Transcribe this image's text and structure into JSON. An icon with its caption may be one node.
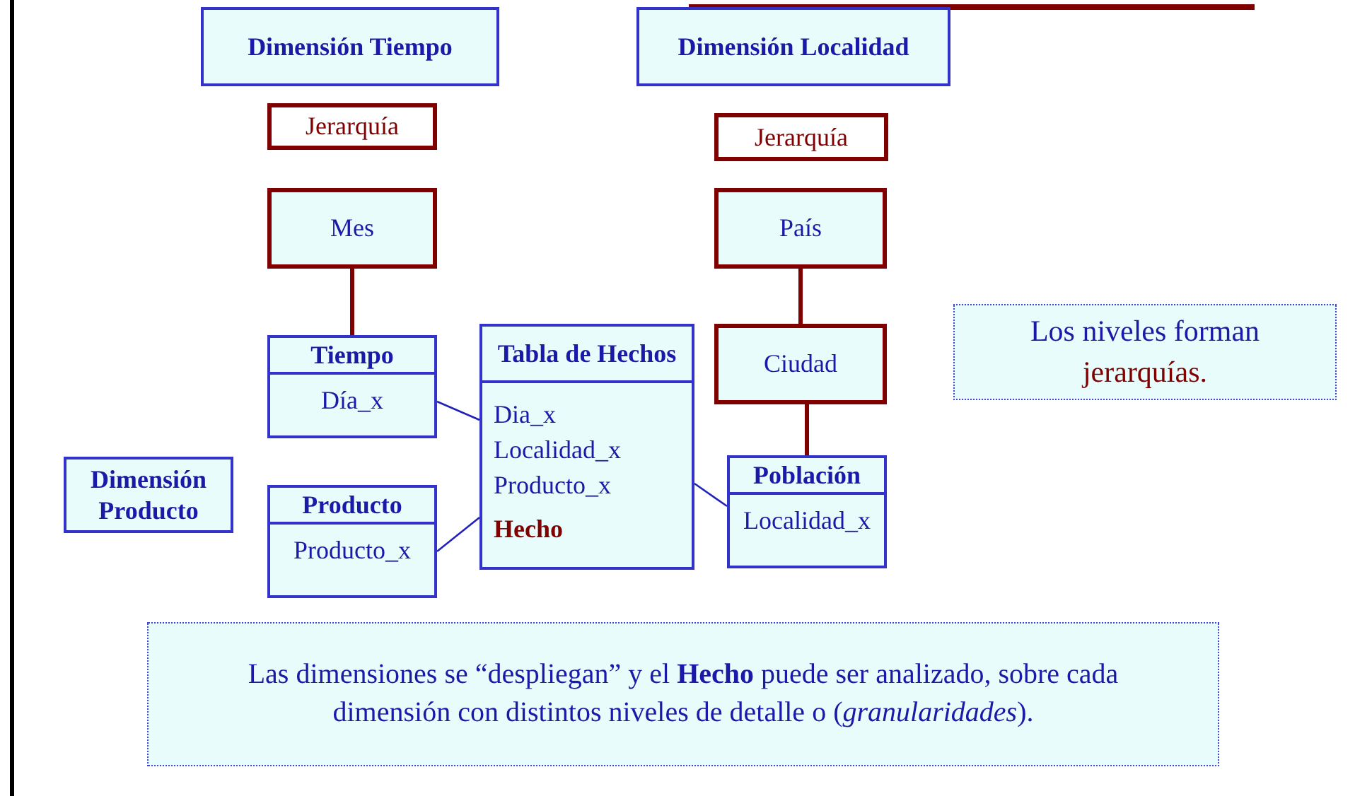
{
  "diagram": {
    "nodes": [
      {
        "text": [
          "Dimensión Tiempo"
        ]
      },
      {
        "text": [
          "Dimensión Localidad"
        ]
      },
      {
        "text": [
          "Jerarquía"
        ]
      },
      {
        "text": [
          "Jerarquía"
        ]
      },
      {
        "text": [
          "Mes"
        ]
      },
      {
        "text": [
          "País"
        ]
      },
      {
        "text": [
          "Tiempo",
          "Día_x"
        ]
      },
      {
        "text": [
          "Tabla de Hechos",
          "Dia_x",
          "Localidad_x",
          "Producto_x",
          "Hecho"
        ]
      },
      {
        "text": [
          "Ciudad"
        ]
      },
      {
        "text": [
          "Los niveles forman",
          "jerarquías."
        ]
      },
      {
        "text": [
          "Dimensión Producto"
        ]
      },
      {
        "text": [
          "Población",
          "Localidad_x"
        ]
      },
      {
        "text": [
          "Producto",
          "Producto_x"
        ]
      },
      {
        "text": [
          "Las dimensiones se “despliegan” y el **Hecho** puede ser analizado, sobre cada dimensión con distintos niveles de detalle o (*granularidades*)."
        ]
      }
    ],
    "edges": [
      {
        "from": 4,
        "to": 6,
        "arrow": "none",
        "style": "thick",
        "color": "#800000"
      },
      {
        "from": 5,
        "to": 8,
        "arrow": "none",
        "style": "thick",
        "color": "#800000"
      },
      {
        "from": 8,
        "to": 11,
        "arrow": "none",
        "style": "thick",
        "color": "#800000"
      },
      {
        "from": 6,
        "to": 7,
        "arrow": "none",
        "color": "#2222bb"
      },
      {
        "from": 12,
        "to": 7,
        "arrow": "none",
        "color": "#2222bb"
      },
      {
        "from": 7,
        "to": 11,
        "arrow": "none",
        "color": "#2222bb"
      }
    ]
  }
}
